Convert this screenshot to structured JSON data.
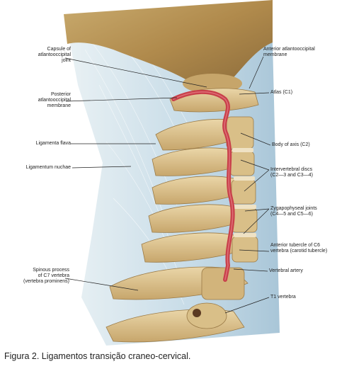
{
  "labels": {
    "capsule": [
      "Capsule of",
      "atlantooccipital",
      "joint"
    ],
    "posterior_membrane": [
      "Posterior",
      "atlantooccipital",
      "membrane"
    ],
    "ligamenta_flava": [
      "Ligamenta flava"
    ],
    "ligamentum_nuchae": [
      "Ligamentum nuchae"
    ],
    "spinous_process": [
      "Spinous process",
      "of C7 vertebra",
      "(vertebra prominens)"
    ],
    "anterior_membrane": [
      "Anterior atlantooccipital",
      "membrane"
    ],
    "atlas": [
      "Atlas (C1)"
    ],
    "body_axis": [
      "Body of axis (C2)"
    ],
    "intervertebral": [
      "Intervertebral discs",
      "(C2—3 and C3—4)"
    ],
    "zygapophyseal": [
      "Zygapophyseal joints",
      "(C4—5 and C5—6)"
    ],
    "anterior_tubercle": [
      "Anterior tubercle of C6",
      "vertebra (carotid tubercle)"
    ],
    "vertebral_artery": [
      "Vertebral artery"
    ],
    "t1": [
      "T1 vertebra"
    ]
  },
  "caption": "Figura 2. Ligamentos transição craneo-cervical.",
  "colors": {
    "bone": "#d8bf8c",
    "ligament": "#b9d3e2",
    "artery": "#c8404a"
  }
}
